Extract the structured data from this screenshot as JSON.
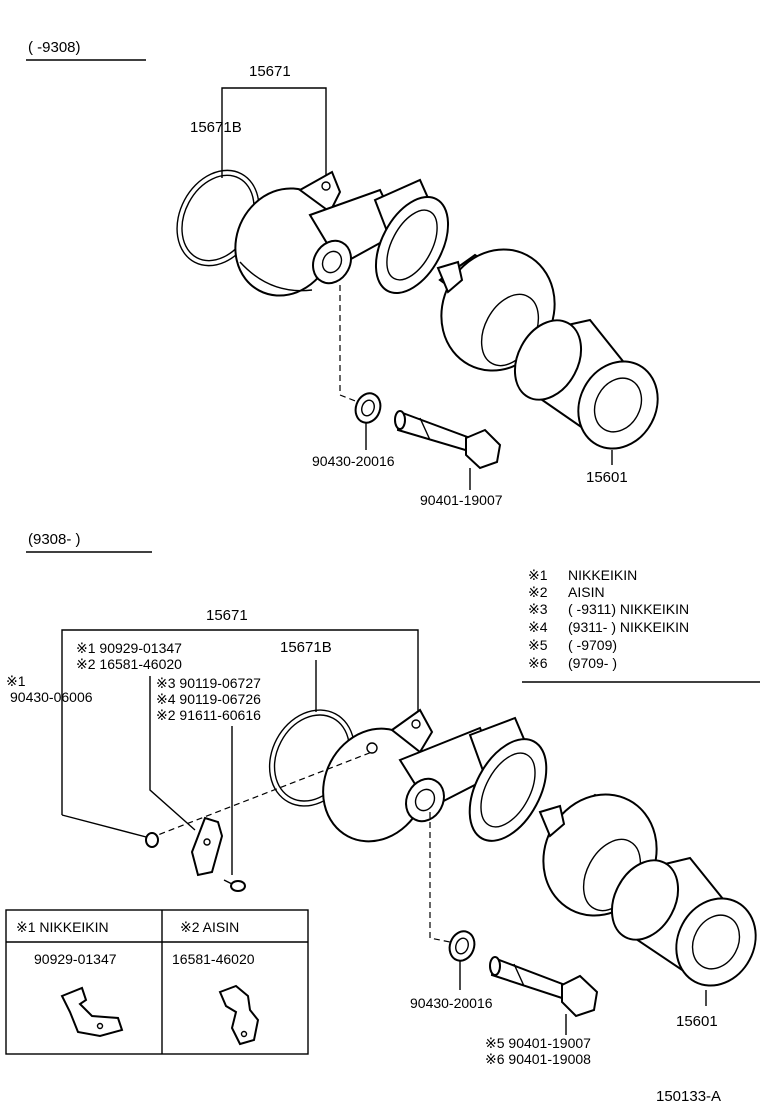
{
  "top_section": {
    "date_range": "(      -9308)",
    "callouts": {
      "assembly": "15671",
      "gasket": "15671B",
      "washer": "90430-20016",
      "bolt": "90401-19007",
      "filter": "15601"
    }
  },
  "bottom_section": {
    "date_range": "(9308-      )",
    "callouts": {
      "assembly": "15671",
      "gasket": "15671B",
      "bracket_list": [
        "※1 90929-01347",
        "※2 16581-46020"
      ],
      "gasket_small": "※1\n90430-06006",
      "gasket_small_mark": "※1",
      "gasket_small_part": "90430-06006",
      "screw_list": [
        "※3 90119-06727",
        "※4 90119-06726",
        "※2 91611-60616"
      ],
      "washer": "90430-20016",
      "bolt_list": [
        "※5 90401-19007",
        "※6 90401-19008"
      ],
      "filter": "15601"
    }
  },
  "legend": [
    {
      "mark": "※1",
      "text": "NIKKEIKIN"
    },
    {
      "mark": "※2",
      "text": "AISIN"
    },
    {
      "mark": "※3",
      "text": "(        -9311) NIKKEIKIN"
    },
    {
      "mark": "※4",
      "text": "(9311-        ) NIKKEIKIN"
    },
    {
      "mark": "※5",
      "text": "(        -9709)"
    },
    {
      "mark": "※6",
      "text": "(9709-        )"
    }
  ],
  "bracket_table": {
    "headers": [
      "※1 NIKKEIKIN",
      "※2 AISIN"
    ],
    "parts": [
      "90929-01347",
      "16581-46020"
    ]
  },
  "figure_number": "150133-A"
}
